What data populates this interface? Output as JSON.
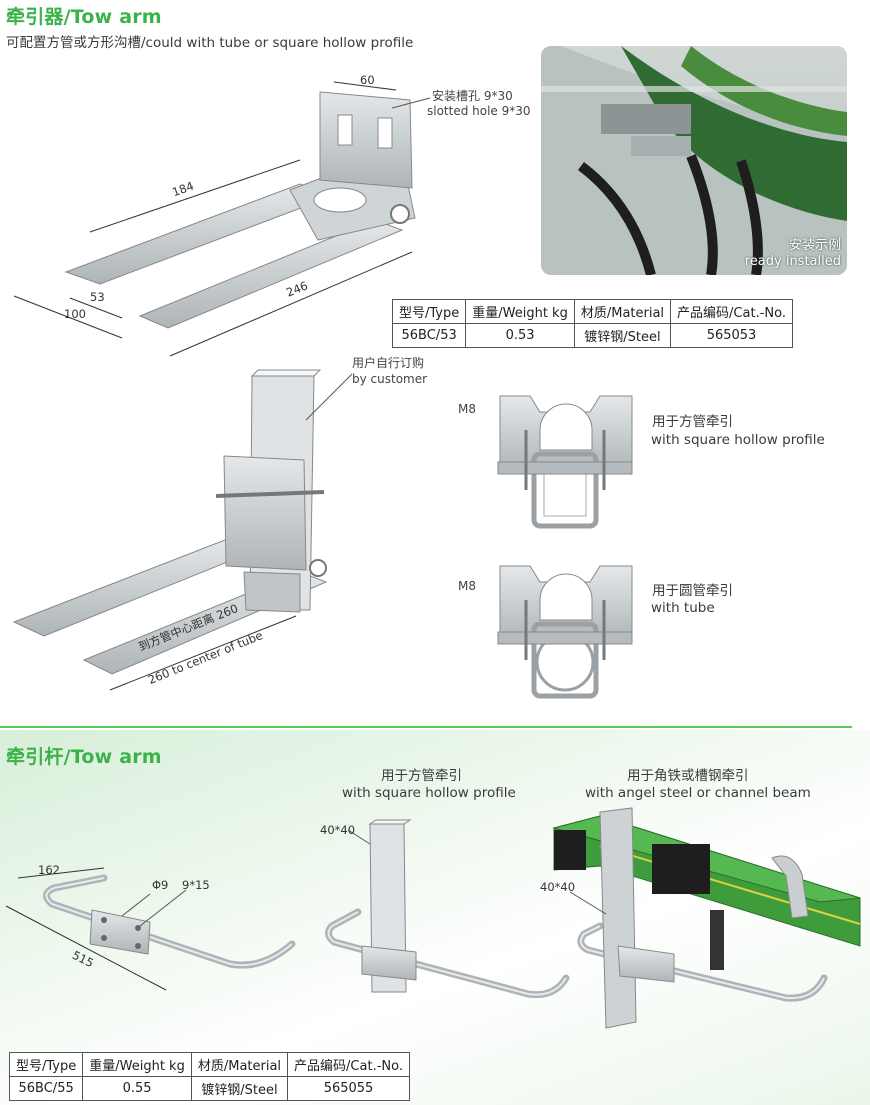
{
  "section1": {
    "title": "牵引器/Tow arm",
    "subtitle": "可配置方管或方形沟槽/could with tube or square hollow profile"
  },
  "drawing1": {
    "dim_width": "60",
    "slot_label_cn": "安装槽孔 9*30",
    "slot_label_en": "slotted hole 9*30",
    "dim_184": "184",
    "dim_53": "53",
    "dim_100": "100",
    "dim_246": "246"
  },
  "photo": {
    "caption_cn": "安装示例",
    "caption_en": "ready installed"
  },
  "table1": {
    "headers": [
      "型号/Type",
      "重量/Weight kg",
      "材质/Material",
      "产品编码/Cat.-No."
    ],
    "row": [
      "56BC/53",
      "0.53",
      "镀锌钢/Steel",
      "565053"
    ]
  },
  "drawing2": {
    "customer_cn": "用户自行订购",
    "customer_en": "by customer",
    "dist_cn": "到方管中心距离 260",
    "dist_en": "260 to center of tube"
  },
  "clamp_square": {
    "bolt": "M8",
    "label_cn": "用于方管牵引",
    "label_en": "with square hollow profile"
  },
  "clamp_tube": {
    "bolt": "M8",
    "label_cn": "用于圆管牵引",
    "label_en": "with tube"
  },
  "section2": {
    "title": "牵引杆/Tow arm"
  },
  "bar1": {
    "dim_162": "162",
    "dim_phi9": "Φ9",
    "dim_9x15": "9*15",
    "dim_515": "515"
  },
  "bar2": {
    "label_cn": "用于方管牵引",
    "label_en": "with square hollow profile",
    "dim_40": "40*40"
  },
  "bar3": {
    "label_cn": "用于角铁或槽钢牵引",
    "label_en": "with angel steel or channel beam",
    "dim_40": "40*40"
  },
  "table2": {
    "headers": [
      "型号/Type",
      "重量/Weight kg",
      "材质/Material",
      "产品编码/Cat.-No."
    ],
    "row": [
      "56BC/55",
      "0.55",
      "镀锌钢/Steel",
      "565055"
    ]
  },
  "colors": {
    "title_green": "#3bb34a",
    "divider_green": "#5cc85a",
    "metal": "#c9ced0"
  }
}
